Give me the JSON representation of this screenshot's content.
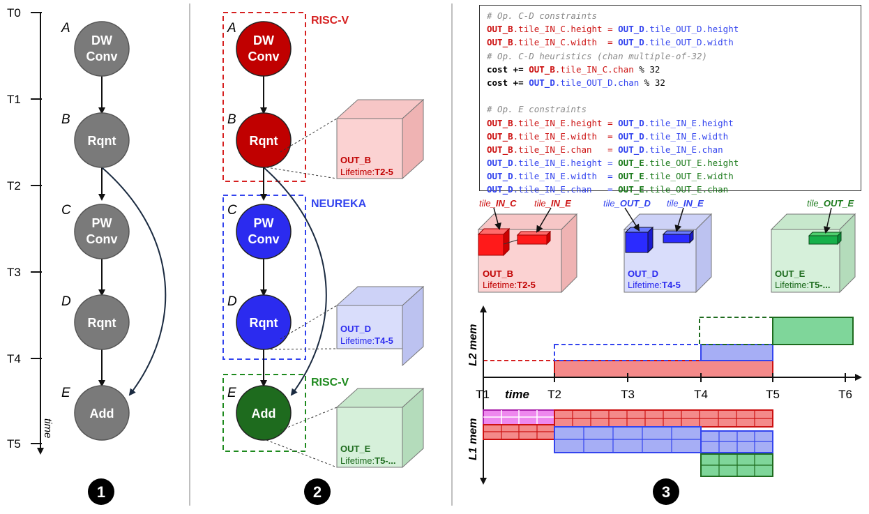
{
  "panel1": {
    "time_ticks": [
      "T0",
      "T1",
      "T2",
      "T3",
      "T4",
      "T5"
    ],
    "time_label": "time",
    "nodes": [
      {
        "letter": "A",
        "line1": "DW",
        "line2": "Conv"
      },
      {
        "letter": "B",
        "line1": "Rqnt",
        "line2": ""
      },
      {
        "letter": "C",
        "line1": "PW",
        "line2": "Conv"
      },
      {
        "letter": "D",
        "line1": "Rqnt",
        "line2": ""
      },
      {
        "letter": "E",
        "line1": "Add",
        "line2": ""
      }
    ],
    "badge": "1",
    "colors": {
      "node": "#7a7a7a"
    }
  },
  "panel2": {
    "nodes": [
      {
        "letter": "A",
        "line1": "DW",
        "line2": "Conv",
        "color": "#c00000"
      },
      {
        "letter": "B",
        "line1": "Rqnt",
        "line2": "",
        "color": "#c00000"
      },
      {
        "letter": "C",
        "line1": "PW",
        "line2": "Conv",
        "color": "#2b2bef"
      },
      {
        "letter": "D",
        "line1": "Rqnt",
        "line2": "",
        "color": "#2b2bef"
      },
      {
        "letter": "E",
        "line1": "Add",
        "line2": "",
        "color": "#1e6b1e"
      }
    ],
    "groups": [
      {
        "label": "RISC-V",
        "color": "#d62020"
      },
      {
        "label": "NEUREKA",
        "color": "#3344ee"
      },
      {
        "label": "RISC-V",
        "color": "#1e8a1e"
      }
    ],
    "tensors": [
      {
        "name": "OUT_B",
        "lifetime_prefix": "Lifetime:",
        "lifetime": "T2-5"
      },
      {
        "name": "OUT_D",
        "lifetime_prefix": "Lifetime:",
        "lifetime": "T4-5"
      },
      {
        "name": "OUT_E",
        "lifetime_prefix": "Lifetime:",
        "lifetime": "T5-..."
      }
    ],
    "badge": "2"
  },
  "panel3": {
    "code": {
      "c1": "# Op. C-D constraints",
      "c2": "# Op. C-D heuristics (chan multiple-of-32)",
      "c3": "# Op. E constraints",
      "cost": "cost += ",
      "mod": " % 32"
    },
    "cubes": [
      {
        "name": "OUT_B",
        "lifetime_prefix": "Lifetime:",
        "lifetime": "T2-5"
      },
      {
        "name": "OUT_D",
        "lifetime_prefix": "Lifetime:",
        "lifetime": "T4-5"
      },
      {
        "name": "OUT_E",
        "lifetime_prefix": "Lifetime:",
        "lifetime": "T5-..."
      }
    ],
    "tile_labels": [
      {
        "prefix": "tile_",
        "suffix": "IN_C"
      },
      {
        "prefix": "tile_",
        "suffix": "IN_E"
      },
      {
        "prefix": "tile_",
        "suffix": "OUT_D"
      },
      {
        "prefix": "tile_",
        "suffix": "IN_E"
      },
      {
        "prefix": "tile_",
        "suffix": "OUT_E"
      }
    ],
    "timeline": {
      "l2_label": "L2 mem",
      "l1_label": "L1 mem",
      "time_label": "time",
      "ticks": [
        "T1",
        "T2",
        "T3",
        "T4",
        "T5",
        "T6"
      ]
    },
    "badge": "3"
  }
}
